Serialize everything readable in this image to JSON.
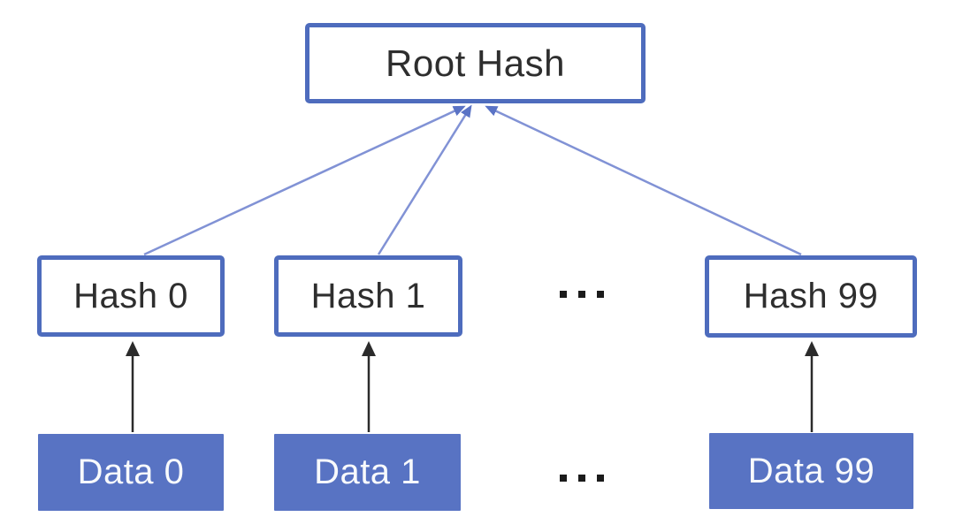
{
  "diagram": {
    "root": {
      "label": "Root Hash"
    },
    "hash_nodes": [
      {
        "label": "Hash 0"
      },
      {
        "label": "Hash 1"
      },
      {
        "label": "Hash 99"
      }
    ],
    "data_nodes": [
      {
        "label": "Data 0"
      },
      {
        "label": "Data 1"
      },
      {
        "label": "Data 99"
      }
    ],
    "ellipsis": "···",
    "colors": {
      "node_border_blue": "#4e6cbd",
      "data_fill_blue": "#5873c3",
      "hash_fill": "#ffffff",
      "connector_blue": "#8192d5",
      "arrowhead_blue": "#5a73c5",
      "connector_black": "#2b2b2b",
      "hash_text": "#2e2e2e",
      "data_text": "#f8fafc",
      "background": "#ffffff"
    }
  }
}
